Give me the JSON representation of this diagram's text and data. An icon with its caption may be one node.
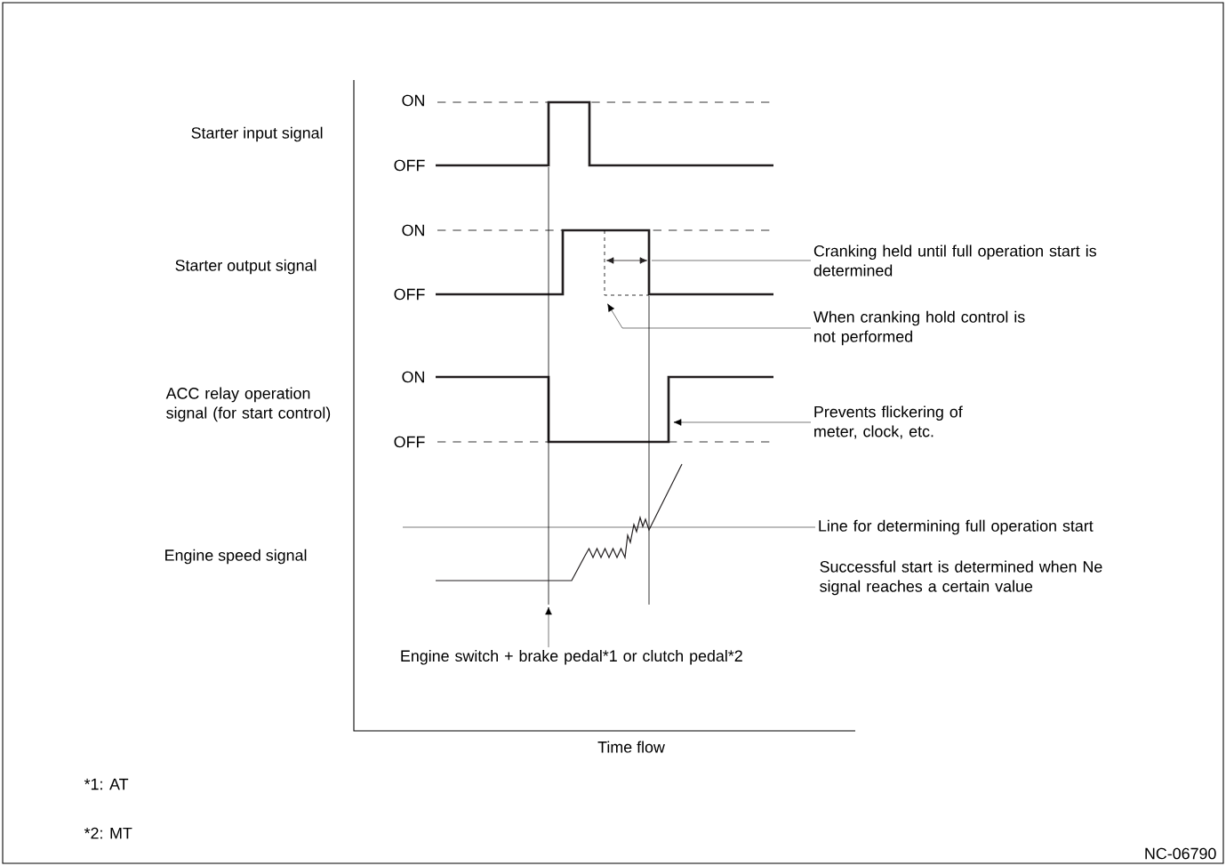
{
  "diagram": {
    "nodes": [
      {
        "text": [
          "Cranking held until full operation start is determined"
        ]
      },
      {
        "text": [
          "When cranking hold control is not performed"
        ]
      },
      {
        "text": [
          "Prevents flickering of meter, clock, etc."
        ]
      },
      {
        "text": [
          "Line for determining full operation start"
        ]
      },
      {
        "text": [
          "Engine switch + brake pedal*1 or clutch pedal*2"
        ]
      }
    ],
    "edges": [
      {
        "from": 0,
        "to": null,
        "arrow": "none"
      },
      {
        "from": 1,
        "to": null,
        "arrow": "to"
      },
      {
        "from": 2,
        "to": null,
        "arrow": "to"
      },
      {
        "from": 3,
        "to": null,
        "arrow": "none"
      },
      {
        "from": 4,
        "to": null,
        "arrow": "to"
      }
    ],
    "labels": [
      "ON",
      "Starter input signal",
      "OFF",
      "ON",
      "Starter output signal",
      "OFF",
      "ON",
      "ACC relay operation signal (for start control)",
      "OFF",
      "Engine speed signal",
      "Successful start is determined when Ne signal reaches a certain value",
      "Time flow",
      "*1: AT",
      "*2: MT",
      "NC-06790"
    ]
  }
}
